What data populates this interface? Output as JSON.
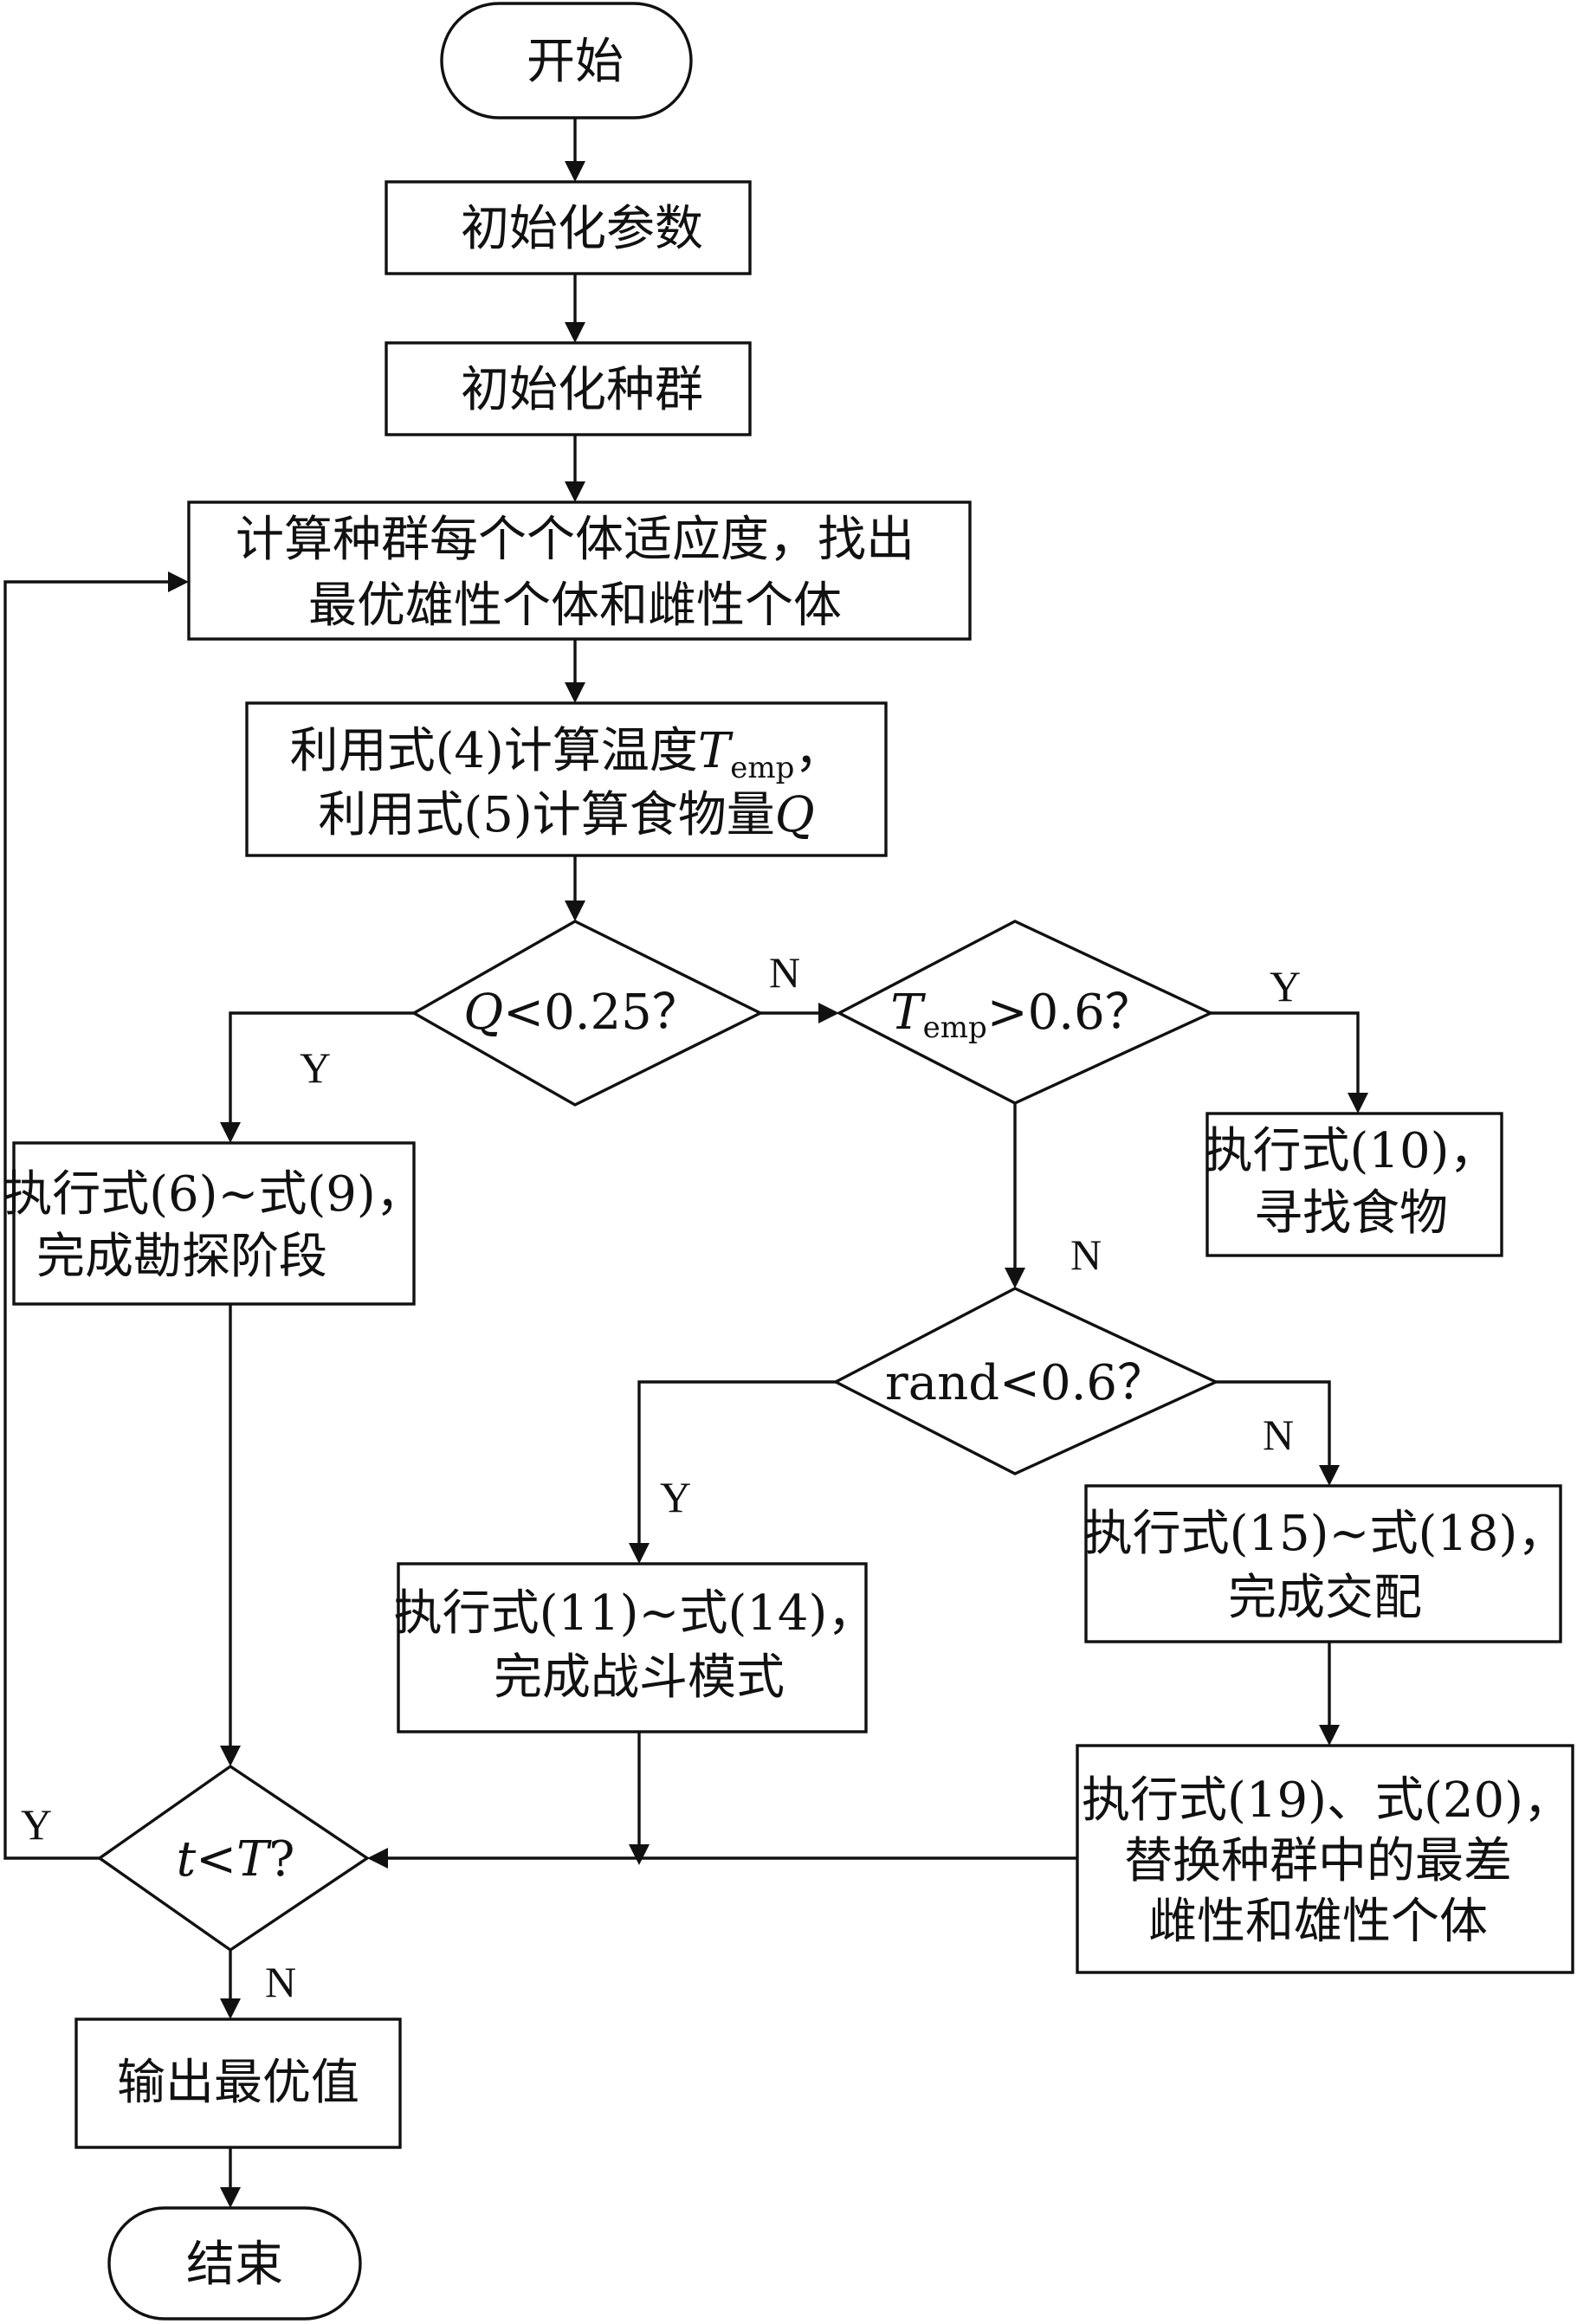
{
  "flowchart": {
    "start": "开始",
    "init_params": "初始化参数",
    "init_population": "初始化种群",
    "compute_fitness": [
      "计算种群每个个体适应度，找出",
      "最优雄性个体和雌性个体"
    ],
    "compute_temp_food": {
      "line1_prefix": "利用式(4)计算温度",
      "temp_symbol": "T",
      "temp_subscript": "emp",
      "line1_suffix": "，",
      "line2_prefix": "利用式(5)计算食物量",
      "food_symbol": "Q"
    },
    "decision_food": {
      "symbol": "Q",
      "rest": "<0.25？"
    },
    "decision_temp": {
      "symbol": "T",
      "subscript": "emp",
      "rest": ">0.6？"
    },
    "find_food": [
      "执行式(10)，",
      "寻找食物"
    ],
    "exploration": [
      "执行式(6)~式(9)，",
      "完成勘探阶段"
    ],
    "decision_rand": "rand<0.6？",
    "fight_mode": [
      "执行式(11)~式(14)，",
      "完成战斗模式"
    ],
    "mating": [
      "执行式(15)~式(18)，",
      "完成交配"
    ],
    "replace_worst": [
      "执行式(19)、式(20)，",
      "替换种群中的最差",
      "雌性和雄性个体"
    ],
    "decision_iter": {
      "t": "t",
      "lt": "<",
      "T": "T",
      "q": "?"
    },
    "output_best": "输出最优值",
    "end": "结束",
    "labels": {
      "y": "Y",
      "n": "N"
    }
  }
}
